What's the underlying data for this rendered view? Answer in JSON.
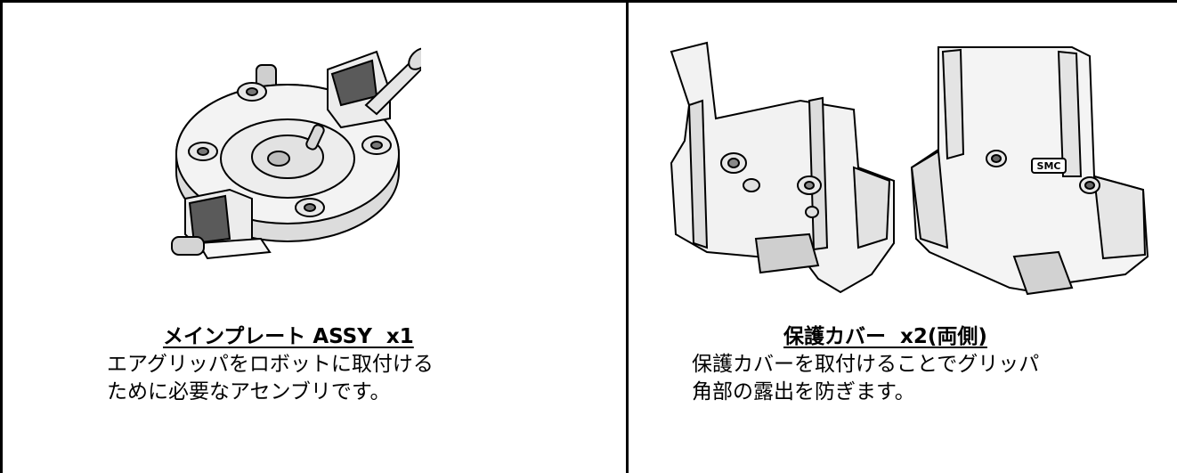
{
  "left_card": {
    "title": "メインプレート ASSY  x1",
    "description_line1": "エアグリッパをロボットに取付ける",
    "description_line2": "ために必要なアセンブリです。"
  },
  "right_card": {
    "title": "保護カバー  x2(両側)",
    "description_line1": "保護カバーを取付けることでグリッパ",
    "description_line2": "角部の露出を防ぎます。",
    "cover_logo": "SMC"
  },
  "colors": {
    "line": "#000000",
    "part_fill": "#f2f2f2",
    "part_shade": "#9a9a9a",
    "dark_shade": "#555555"
  }
}
